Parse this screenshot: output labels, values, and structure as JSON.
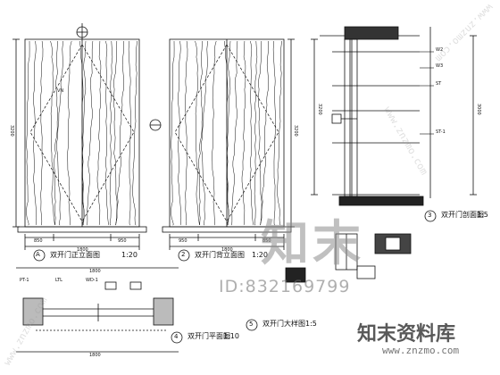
{
  "drawing": {
    "views": [
      {
        "key": "A",
        "title": "双开门正立面图",
        "scale": "1:20"
      },
      {
        "key": "2",
        "title": "双开门背立面图",
        "scale": "1:20"
      },
      {
        "key": "3",
        "title": "双开门剖面图",
        "scale": "1:5"
      },
      {
        "key": "4",
        "title": "双开门平面图",
        "scale": "1:10"
      },
      {
        "key": "5",
        "title": "双开门大样图",
        "scale": "1:5"
      }
    ],
    "dims": {
      "elev_a_bottom": [
        "850",
        "1800",
        "950"
      ],
      "elev_2_bottom": [
        "950",
        "1800",
        "850"
      ],
      "plan_top": "1800",
      "plan_bottom": "1800",
      "height_main": "3200",
      "height_right": "3000"
    },
    "tags": [
      "W2",
      "W3",
      "ST",
      "ST-1",
      "PT-1",
      "LTL",
      "WD-1",
      "VN"
    ]
  },
  "watermarks": {
    "logo_text": "知末",
    "id_text": "ID:832169799",
    "brand": "知末资料库",
    "url": "www.znzmo.com",
    "diag_text": "www.znzmo.com"
  }
}
